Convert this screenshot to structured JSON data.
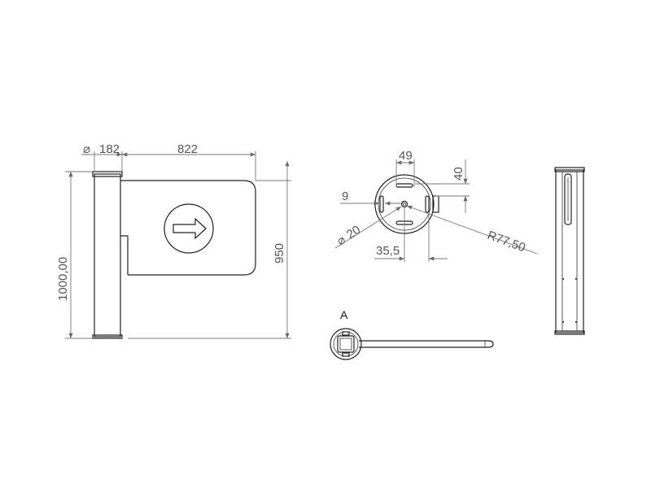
{
  "front_view": {
    "dims": {
      "diameter": "182",
      "width": "822",
      "height_total": "1000,00",
      "panel_height": "950"
    }
  },
  "top_view": {
    "dims": {
      "w49": "49",
      "h40": "40",
      "d9": "9",
      "dia20": "20",
      "w35_5": "35,5",
      "radius": "R77,50"
    }
  },
  "section_view": {
    "label": "A"
  },
  "diameter_symbol": "⌀"
}
